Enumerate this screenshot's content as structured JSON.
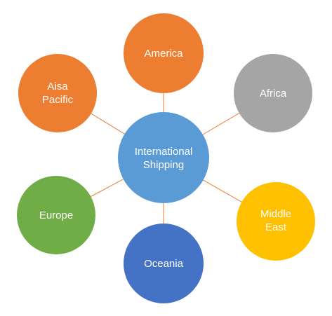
{
  "center": {
    "lines": [
      "International",
      "Shipping"
    ],
    "color": "#5b9bd5"
  },
  "connector_color": "#ed7d31",
  "nodes": [
    {
      "id": "america",
      "lines": [
        "America"
      ],
      "color": "#ed7d31"
    },
    {
      "id": "africa",
      "lines": [
        "Africa"
      ],
      "color": "#a5a5a5"
    },
    {
      "id": "middle-east",
      "lines": [
        "Middle",
        "East"
      ],
      "color": "#ffc000"
    },
    {
      "id": "oceania",
      "lines": [
        "Oceania"
      ],
      "color": "#4472c4"
    },
    {
      "id": "europe",
      "lines": [
        "Europe"
      ],
      "color": "#70ad47"
    },
    {
      "id": "asia-pacific",
      "lines": [
        "Aisa",
        "Pacific"
      ],
      "color": "#ed7d31"
    }
  ]
}
